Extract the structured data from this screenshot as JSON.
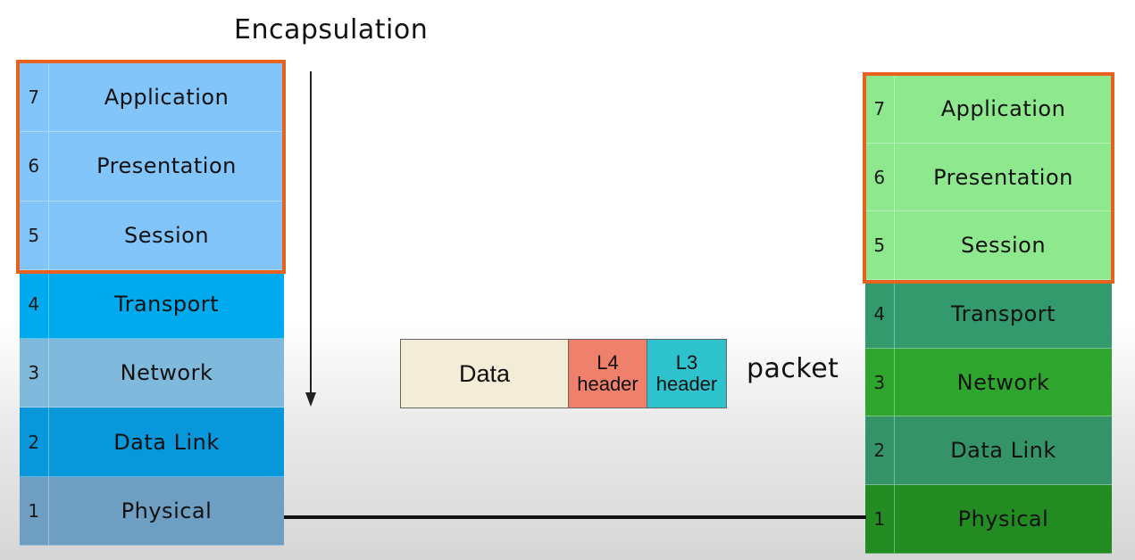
{
  "title": "Encapsulation",
  "colors": {
    "highlight_border": "#e8621f",
    "left_upper_layers": "#82c5fb",
    "left_transport": "#00aaee",
    "left_network": "#7fb9db",
    "left_datalink": "#0798dc",
    "left_physical": "#6e9ec2",
    "right_upper_layers": "#8ee98e",
    "right_transport": "#339a6e",
    "right_network": "#2ea62e",
    "right_datalink": "#349468",
    "right_physical": "#228b22",
    "data_segment": "#f3ecd7",
    "l4_header": "#ef806b",
    "l3_header": "#2ec2cc"
  },
  "left_stack": [
    {
      "num": "7",
      "name": "Application",
      "color": "#82c5fb"
    },
    {
      "num": "6",
      "name": "Presentation",
      "color": "#82c5fb"
    },
    {
      "num": "5",
      "name": "Session",
      "color": "#82c5fb"
    },
    {
      "num": "4",
      "name": "Transport",
      "color": "#00aaee"
    },
    {
      "num": "3",
      "name": "Network",
      "color": "#7fb9db"
    },
    {
      "num": "2",
      "name": "Data Link",
      "color": "#0798dc"
    },
    {
      "num": "1",
      "name": "Physical",
      "color": "#6e9ec2"
    }
  ],
  "right_stack": [
    {
      "num": "7",
      "name": "Application",
      "color": "#8ee98e"
    },
    {
      "num": "6",
      "name": "Presentation",
      "color": "#8ee98e"
    },
    {
      "num": "5",
      "name": "Session",
      "color": "#8ee98e"
    },
    {
      "num": "4",
      "name": "Transport",
      "color": "#339a6e"
    },
    {
      "num": "3",
      "name": "Network",
      "color": "#2ea62e"
    },
    {
      "num": "2",
      "name": "Data Link",
      "color": "#349468"
    },
    {
      "num": "1",
      "name": "Physical",
      "color": "#228b22"
    }
  ],
  "packet": {
    "data_label": "Data",
    "l4_line1": "L4",
    "l4_line2": "header",
    "l3_line1": "L3",
    "l3_line2": "header",
    "label": "packet"
  }
}
